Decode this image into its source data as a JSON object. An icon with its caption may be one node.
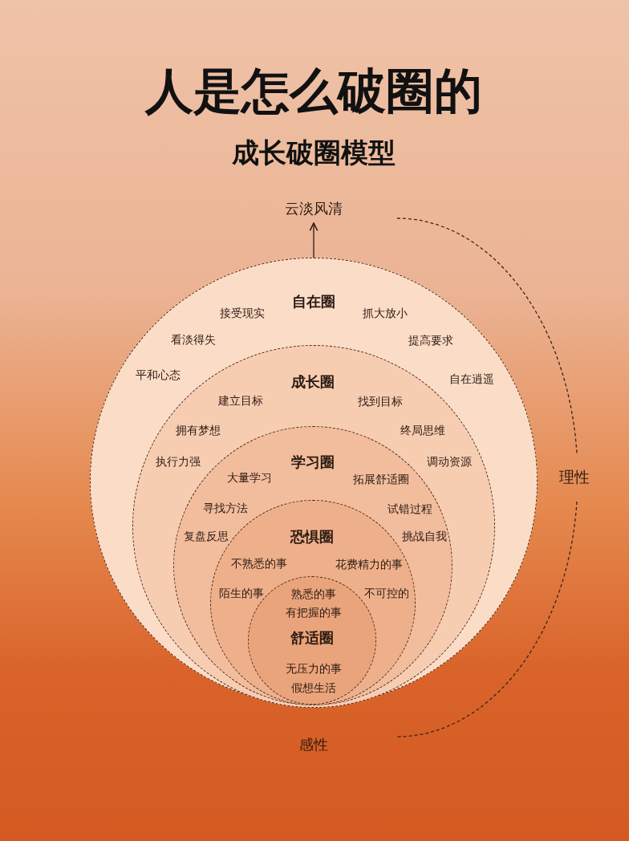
{
  "diagram": {
    "title": "人是怎么破圈的",
    "nodes": [
      {
        "text": [
          "云淡风清"
        ]
      },
      {
        "text": [
          "自在圈"
        ]
      },
      {
        "text": [
          "成长圈"
        ],
        "in": 1
      },
      {
        "text": [
          "学习圈"
        ],
        "in": 2
      },
      {
        "text": [
          "恐惧圈"
        ],
        "in": 3
      },
      {
        "text": [
          "舒适圈"
        ],
        "in": 4
      }
    ],
    "edges": [
      {
        "from": 1,
        "to": 0,
        "arrow": "to"
      }
    ],
    "labels": [
      "成长破圈模型",
      "接受现实",
      "抓大放小",
      "看淡得失",
      "提高要求",
      "平和心态",
      "自在逍遥",
      "建立目标",
      "找到目标",
      "拥有梦想",
      "终局思维",
      "执行力强",
      "调动资源",
      "大量学习",
      "拓展舒适圈",
      "寻找方法",
      "试错过程",
      "复盘反思",
      "挑战自我",
      "不熟悉的事",
      "花费精力的事",
      "陌生的事",
      "熟悉的事",
      "不可控的",
      "有把握的事",
      "无压力的事",
      "假想生活",
      "理性",
      "感性"
    ]
  }
}
